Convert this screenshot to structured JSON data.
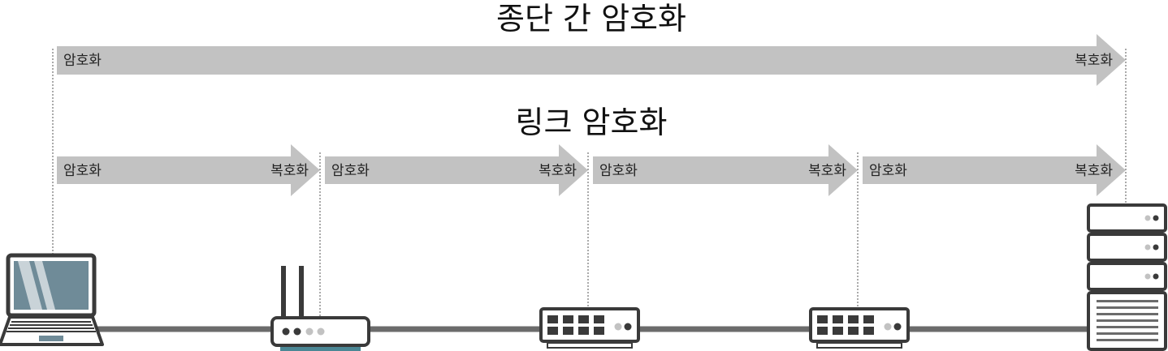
{
  "titles": {
    "end_to_end": "종단 간 암호화",
    "link": "링크 암호화"
  },
  "end_to_end_arrow": {
    "start_label": "암호화",
    "end_label": "복호화"
  },
  "link_arrows": [
    {
      "start_label": "암호화",
      "end_label": "복호화"
    },
    {
      "start_label": "암호화",
      "end_label": "복호화"
    },
    {
      "start_label": "암호화",
      "end_label": "복호화"
    },
    {
      "start_label": "암호화",
      "end_label": "복호화"
    }
  ],
  "devices": [
    {
      "icon": "laptop-icon"
    },
    {
      "icon": "router-icon"
    },
    {
      "icon": "switch-icon"
    },
    {
      "icon": "switch-icon"
    },
    {
      "icon": "server-icon"
    }
  ],
  "colors": {
    "arrow_fill": "#c2c2c2",
    "device_dark": "#3a3a3a",
    "cable": "#6b6b6b",
    "screen_blue": "#6f8b98",
    "router_base": "#4b8795"
  }
}
